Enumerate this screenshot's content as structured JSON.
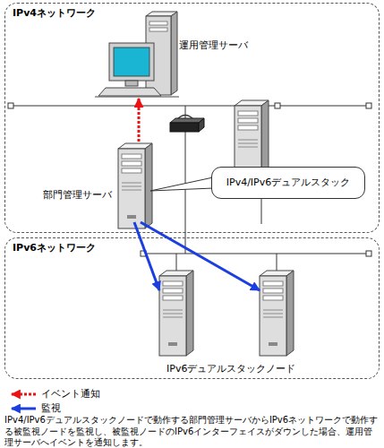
{
  "diagram": {
    "caption": "IPv4/IPv6デュアルスタックノードで動作する部門管理サーバからIPv6ネットワークで動作する被監視ノードを監視し、被監視ノードのIPv6インターフェイスがダウンした場合、運用管理サーバへイベントを通知します。",
    "nodes": [
      {
        "text": [
          "IPv4ネットワーク"
        ]
      },
      {
        "text": [
          "運用管理サーバ"
        ],
        "in": 0
      },
      {
        "text": [
          "部門管理サーバ"
        ],
        "in": 0
      },
      {
        "text": [
          "IPv4/IPv6デュアルスタック"
        ],
        "in": 0
      },
      {
        "text": [
          "IPv6ネットワーク"
        ]
      },
      {
        "text": [],
        "in": 4
      },
      {
        "text": [],
        "in": 4
      }
    ],
    "edges": [
      {
        "from": 2,
        "to": 1,
        "arrow": "to"
      },
      {
        "from": 2,
        "to": 5,
        "arrow": "to"
      },
      {
        "from": 2,
        "to": 6,
        "arrow": "to"
      }
    ],
    "labels": [
      "IPv6デュアルスタックノード"
    ],
    "legend": [
      {
        "text": "イベント通知"
      },
      {
        "text": "監視"
      }
    ]
  }
}
